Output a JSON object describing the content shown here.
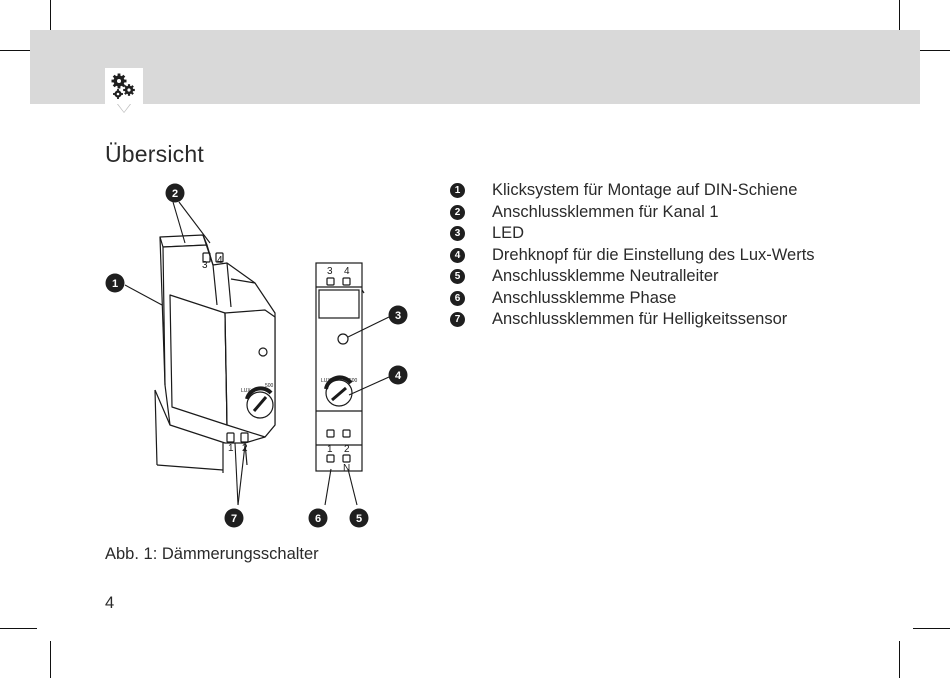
{
  "title": "Übersicht",
  "legend": [
    {
      "num": "1",
      "text": "Klicksystem für Montage auf DIN-Schiene"
    },
    {
      "num": "2",
      "text": "Anschlussklemmen für Kanal 1"
    },
    {
      "num": "3",
      "text": "LED"
    },
    {
      "num": "4",
      "text": "Drehknopf für die Einstellung des Lux-Werts"
    },
    {
      "num": "5",
      "text": "Anschlussklemme Neutralleiter"
    },
    {
      "num": "6",
      "text": "Anschlussklemme Phase"
    },
    {
      "num": "7",
      "text": "Anschlussklemmen für Helligkeitssensor"
    }
  ],
  "figure": {
    "callouts": [
      "1",
      "2",
      "3",
      "4",
      "5",
      "6",
      "7"
    ],
    "device_labels": {
      "top_left": "3",
      "top_right": "4",
      "bottom_left": "1",
      "bottom_right": "2",
      "neutral": "N",
      "lux": "LUX",
      "lux_max": "500"
    },
    "caption": "Abb. 1: Dämmerungsschalter"
  },
  "page_number": "4",
  "colors": {
    "header_band": "#d9d9d9",
    "text": "#2a2a2a",
    "badge": "#1f1f1f"
  },
  "icons": {
    "section_icon": "gears-icon"
  }
}
